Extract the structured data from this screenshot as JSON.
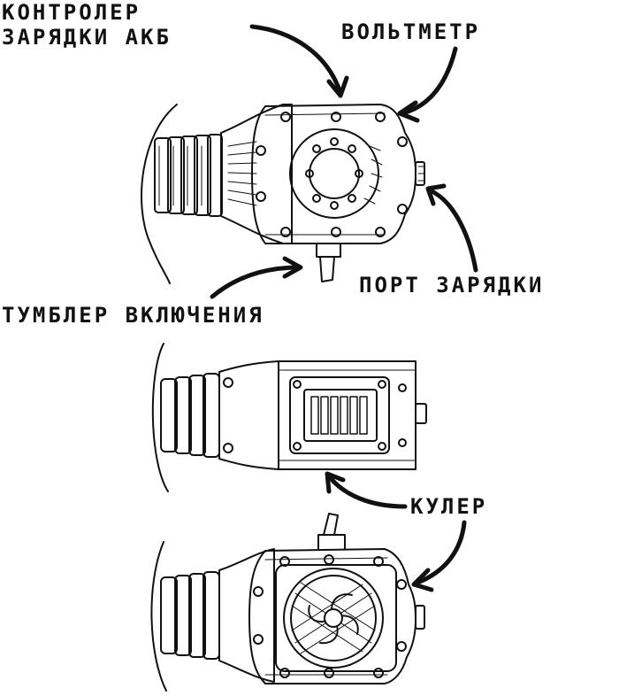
{
  "labels": {
    "charge_controller_line1": "КОНТРОЛЕР",
    "charge_controller_line2": "ЗАРЯДКИ АКБ",
    "voltmeter": "ВОЛЬТМЕТР",
    "charge_port": "ПОРТ ЗАРЯДКИ",
    "power_toggle": "ТУМБЛЕР ВКЛЮЧЕНИЯ",
    "cooler": "КУЛЕР"
  },
  "colors": {
    "ink": "#111111",
    "paper": "#ffffff"
  }
}
